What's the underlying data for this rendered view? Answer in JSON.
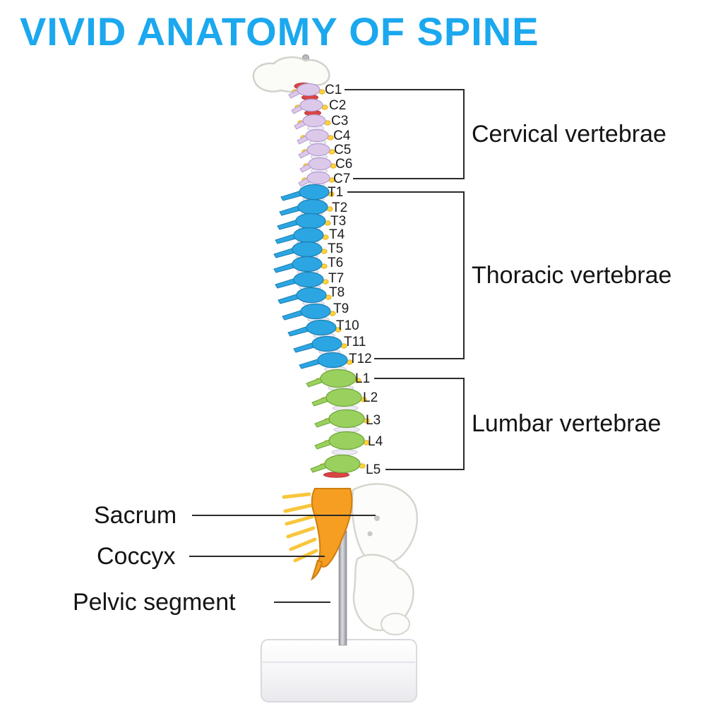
{
  "title": "VIVID ANATOMY OF SPINE",
  "colors": {
    "title": "#1BA8EE",
    "cervical": "#DCC9EA",
    "thoracic": "#2BA6E3",
    "lumbar": "#9AD15E",
    "sacrum": "#F59E22",
    "nerve_roots": "#FFD23A",
    "disc_red": "#D94545",
    "annotation_line": "#2B2B2B"
  },
  "vertebrae": {
    "cervical": [
      "C1",
      "C2",
      "C3",
      "C4",
      "C5",
      "C6",
      "C7"
    ],
    "thoracic": [
      "T1",
      "T2",
      "T3",
      "T4",
      "T5",
      "T6",
      "T7",
      "T8",
      "T9",
      "T10",
      "T11",
      "T12"
    ],
    "lumbar": [
      "L1",
      "L2",
      "L3",
      "L4",
      "L5"
    ]
  },
  "sections": {
    "cervical": "Cervical vertebrae",
    "thoracic": "Thoracic vertebrae",
    "lumbar": "Lumbar vertebrae"
  },
  "parts": {
    "sacrum": "Sacrum",
    "coccyx": "Coccyx",
    "pelvic": "Pelvic segment"
  }
}
